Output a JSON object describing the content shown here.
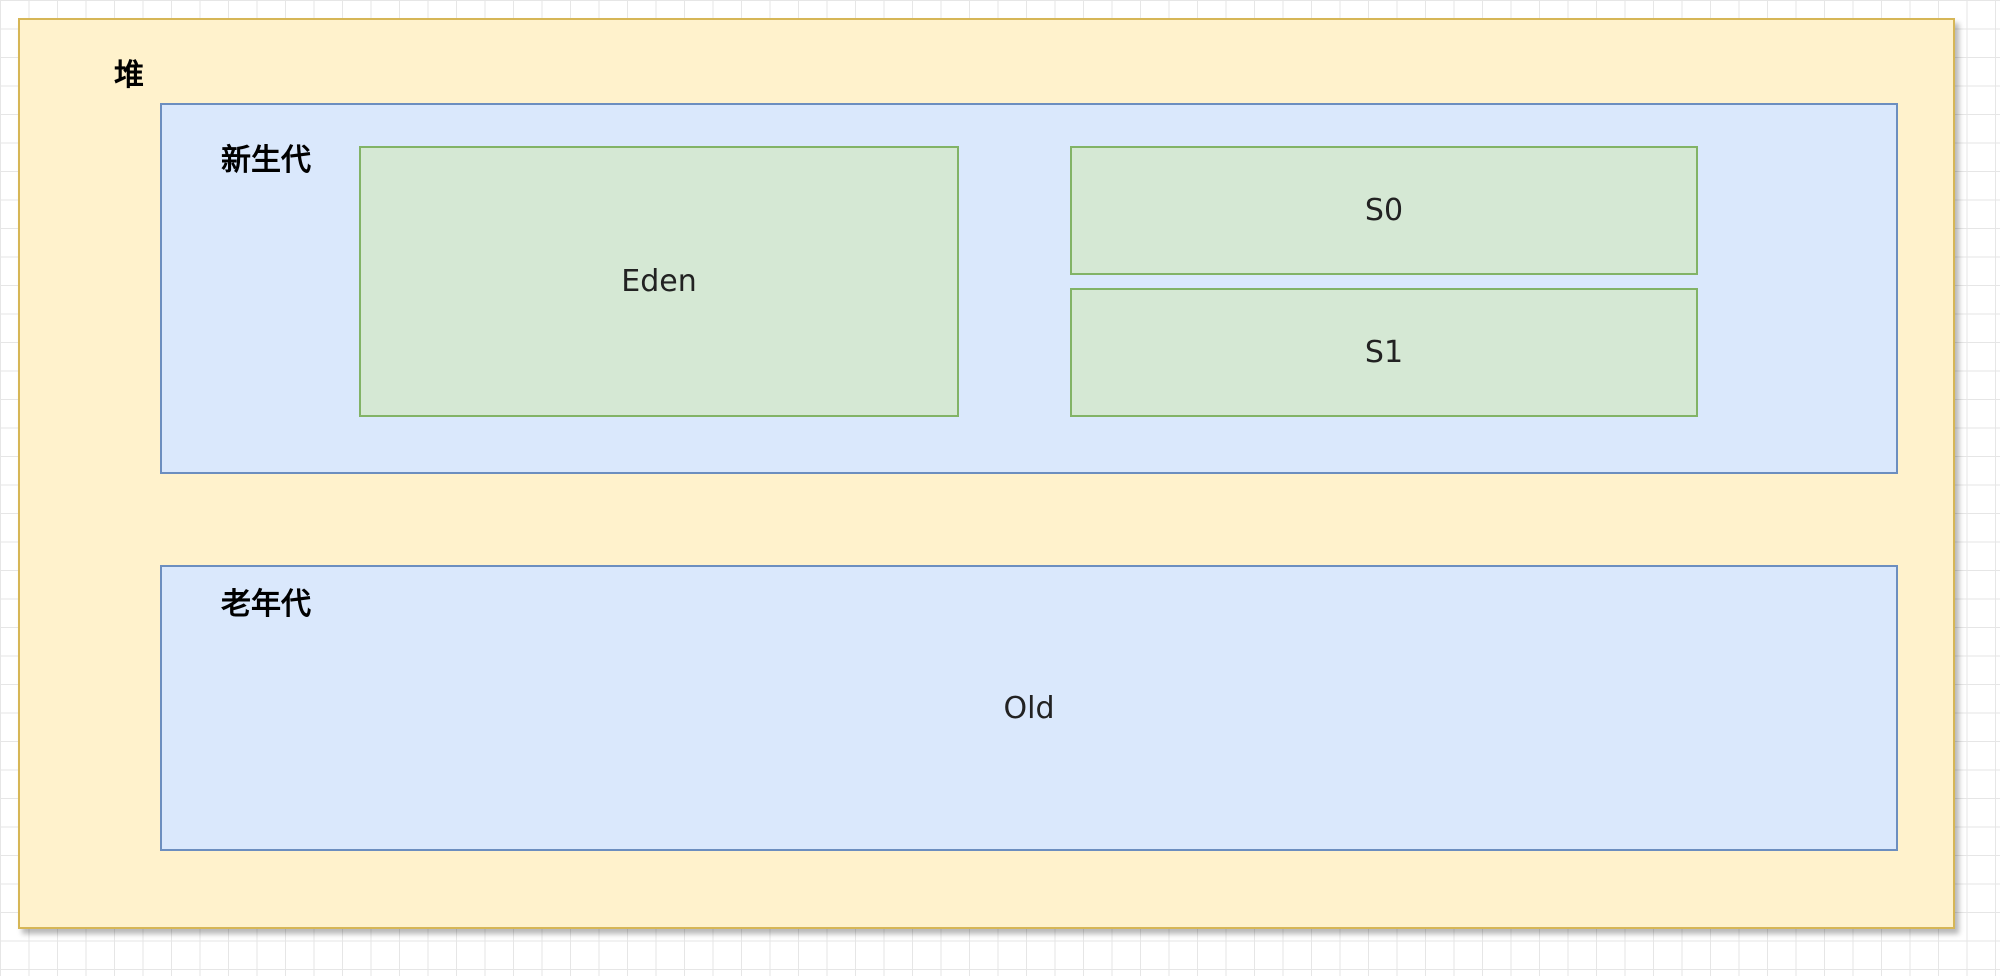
{
  "diagram": {
    "heap": {
      "label": "堆"
    },
    "young_generation": {
      "label": "新生代",
      "eden": {
        "label": "Eden"
      },
      "survivor0": {
        "label": "S0"
      },
      "survivor1": {
        "label": "S1"
      }
    },
    "old_generation": {
      "label": "老年代",
      "old": {
        "label": "Old"
      }
    }
  },
  "colors": {
    "heap_fill": "#fff2cc",
    "heap_stroke": "#d6b656",
    "generation_fill": "#dae8fc",
    "generation_stroke": "#6c8ebf",
    "space_fill": "#d5e8d4",
    "space_stroke": "#82b366"
  }
}
